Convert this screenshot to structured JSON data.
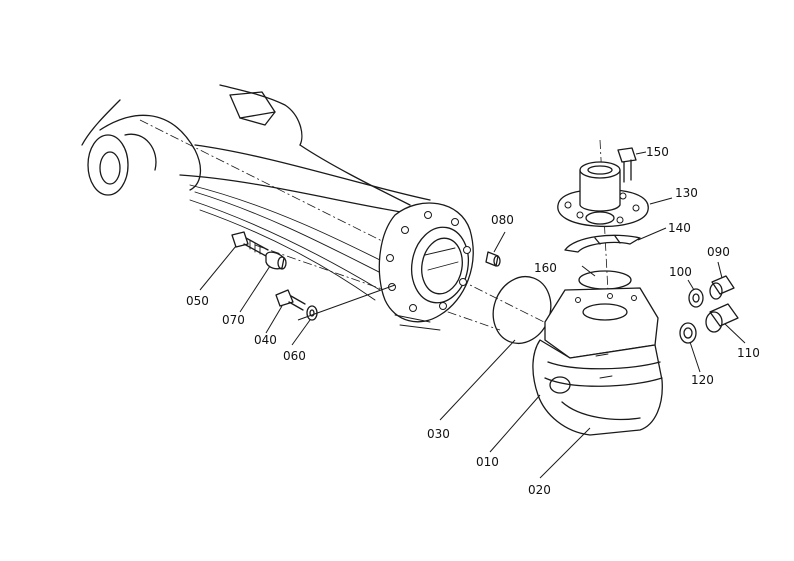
{
  "callouts": [
    {
      "id": "010",
      "text": "010"
    },
    {
      "id": "020",
      "text": "020"
    },
    {
      "id": "030",
      "text": "030"
    },
    {
      "id": "040",
      "text": "040"
    },
    {
      "id": "050",
      "text": "050"
    },
    {
      "id": "060",
      "text": "060"
    },
    {
      "id": "070",
      "text": "070"
    },
    {
      "id": "080",
      "text": "080"
    },
    {
      "id": "090",
      "text": "090"
    },
    {
      "id": "100",
      "text": "100"
    },
    {
      "id": "110",
      "text": "110"
    },
    {
      "id": "120",
      "text": "120"
    },
    {
      "id": "130",
      "text": "130"
    },
    {
      "id": "140",
      "text": "140"
    },
    {
      "id": "150",
      "text": "150"
    },
    {
      "id": "160",
      "text": "160"
    }
  ]
}
